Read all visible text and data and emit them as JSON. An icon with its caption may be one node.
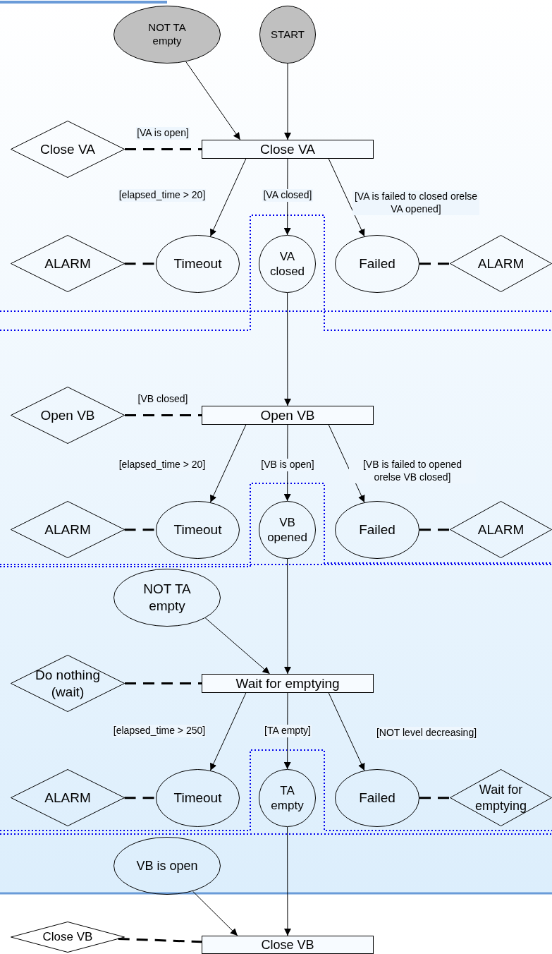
{
  "diagram": {
    "nodes": [
      {
        "text": [
          "NOT TA empty"
        ]
      },
      {
        "text": [
          "START"
        ]
      },
      {
        "text": [
          "Close VA"
        ]
      },
      {
        "text": [
          "Close VA"
        ]
      },
      {
        "text": [
          "ALARM"
        ]
      },
      {
        "text": [
          "Timeout"
        ]
      },
      {
        "text": [
          "VA closed"
        ]
      },
      {
        "text": [
          "Failed"
        ]
      },
      {
        "text": [
          "ALARM"
        ]
      },
      {
        "text": [
          "Open VB"
        ]
      },
      {
        "text": [
          "Open VB"
        ]
      },
      {
        "text": [
          "ALARM"
        ]
      },
      {
        "text": [
          "Timeout"
        ]
      },
      {
        "text": [
          "VB opened"
        ]
      },
      {
        "text": [
          "Failed"
        ]
      },
      {
        "text": [
          "ALARM"
        ]
      },
      {
        "text": [
          "NOT TA empty"
        ]
      },
      {
        "text": [
          "Do nothing (wait)"
        ]
      },
      {
        "text": [
          "Wait for emptying"
        ]
      },
      {
        "text": [
          "ALARM"
        ]
      },
      {
        "text": [
          "Timeout"
        ]
      },
      {
        "text": [
          "TA empty"
        ]
      },
      {
        "text": [
          "Failed"
        ]
      },
      {
        "text": [
          "Wait for emptying"
        ]
      },
      {
        "text": [
          "VB is open"
        ]
      },
      {
        "text": [
          "Close VB"
        ]
      },
      {
        "text": [
          "Close VB"
        ]
      }
    ],
    "edges": [
      {
        "from": 0,
        "to": 3,
        "arrow": "to"
      },
      {
        "from": 1,
        "to": 3,
        "arrow": "to"
      },
      {
        "from": 2,
        "to": 3,
        "arrow": "none",
        "style": "dashed",
        "label": "[VA is open]"
      },
      {
        "from": 3,
        "to": 5,
        "arrow": "to",
        "label": "[elapsed_time > 20]"
      },
      {
        "from": 3,
        "to": 6,
        "arrow": "to",
        "label": "[VA closed]"
      },
      {
        "from": 3,
        "to": 7,
        "arrow": "to",
        "label": "[VA is failed to closed orelse VA opened]"
      },
      {
        "from": 4,
        "to": 5,
        "arrow": "none",
        "style": "dashed"
      },
      {
        "from": 7,
        "to": 8,
        "arrow": "none",
        "style": "dashed"
      },
      {
        "from": 6,
        "to": 10,
        "arrow": "to"
      },
      {
        "from": 9,
        "to": 10,
        "arrow": "none",
        "style": "dashed",
        "label": "[VB closed]"
      },
      {
        "from": 10,
        "to": 12,
        "arrow": "to",
        "label": "[elapsed_time > 20]"
      },
      {
        "from": 10,
        "to": 13,
        "arrow": "to",
        "label": "[VB is open]"
      },
      {
        "from": 10,
        "to": 14,
        "arrow": "to",
        "label": "[VB is failed to opened orelse VB closed]"
      },
      {
        "from": 11,
        "to": 12,
        "arrow": "none",
        "style": "dashed"
      },
      {
        "from": 14,
        "to": 15,
        "arrow": "none",
        "style": "dashed"
      },
      {
        "from": 13,
        "to": 18,
        "arrow": "to"
      },
      {
        "from": 16,
        "to": 18,
        "arrow": "to"
      },
      {
        "from": 17,
        "to": 18,
        "arrow": "none",
        "style": "dashed"
      },
      {
        "from": 18,
        "to": 20,
        "arrow": "to",
        "label": "[elapsed_time > 250]"
      },
      {
        "from": 18,
        "to": 21,
        "arrow": "to",
        "label": "[TA empty]"
      },
      {
        "from": 18,
        "to": 22,
        "arrow": "to",
        "label": "[NOT level decreasing]"
      },
      {
        "from": 19,
        "to": 20,
        "arrow": "none",
        "style": "dashed"
      },
      {
        "from": 22,
        "to": 23,
        "arrow": "none",
        "style": "dashed"
      },
      {
        "from": 21,
        "to": 26,
        "arrow": "to"
      },
      {
        "from": 24,
        "to": 26,
        "arrow": "to"
      },
      {
        "from": 25,
        "to": 26,
        "arrow": "none",
        "style": "dashed"
      }
    ]
  }
}
